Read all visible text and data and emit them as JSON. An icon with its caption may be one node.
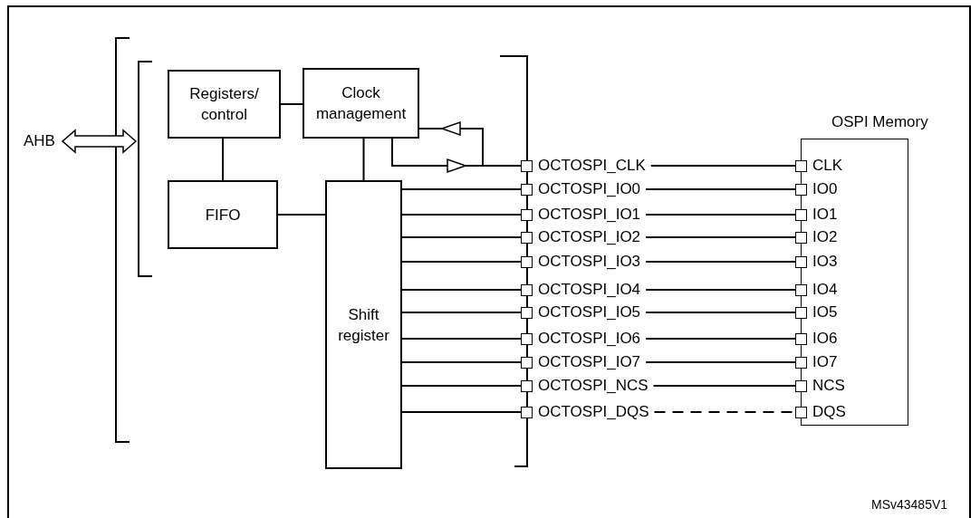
{
  "diagram": {
    "nodes": [
      {
        "text": [
          "AHB"
        ]
      },
      {
        "text": [
          "Registers/ control"
        ]
      },
      {
        "text": [
          "Clock management"
        ]
      },
      {
        "text": [
          "FIFO"
        ]
      },
      {
        "text": [
          "Shift register"
        ]
      },
      {
        "text": [
          "OCTOSPI_CLK"
        ]
      },
      {
        "text": [
          "OCTOSPI_IO0"
        ]
      },
      {
        "text": [
          "OCTOSPI_IO1"
        ]
      },
      {
        "text": [
          "OCTOSPI_IO2"
        ]
      },
      {
        "text": [
          "OCTOSPI_IO3"
        ]
      },
      {
        "text": [
          "OCTOSPI_IO4"
        ]
      },
      {
        "text": [
          "OCTOSPI_IO5"
        ]
      },
      {
        "text": [
          "OCTOSPI_IO6"
        ]
      },
      {
        "text": [
          "OCTOSPI_IO7"
        ]
      },
      {
        "text": [
          "OCTOSPI_NCS"
        ]
      },
      {
        "text": [
          "OCTOSPI_DQS"
        ]
      },
      {
        "text": [
          "OSPI Memory"
        ]
      },
      {
        "text": [
          "CLK"
        ],
        "in": 16
      },
      {
        "text": [
          "IO0"
        ],
        "in": 16
      },
      {
        "text": [
          "IO1"
        ],
        "in": 16
      },
      {
        "text": [
          "IO2"
        ],
        "in": 16
      },
      {
        "text": [
          "IO3"
        ],
        "in": 16
      },
      {
        "text": [
          "IO4"
        ],
        "in": 16
      },
      {
        "text": [
          "IO5"
        ],
        "in": 16
      },
      {
        "text": [
          "IO6"
        ],
        "in": 16
      },
      {
        "text": [
          "IO7"
        ],
        "in": 16
      },
      {
        "text": [
          "NCS"
        ],
        "in": 16
      },
      {
        "text": [
          "DQS"
        ],
        "in": 16
      }
    ],
    "edges": [
      {
        "from": 0,
        "to": null,
        "arrow": "both"
      },
      {
        "from": 1,
        "to": 2,
        "arrow": "none"
      },
      {
        "from": 1,
        "to": 3,
        "arrow": "none"
      },
      {
        "from": 2,
        "to": 4,
        "arrow": "none"
      },
      {
        "from": 3,
        "to": 4,
        "arrow": "none"
      },
      {
        "from": 2,
        "to": 5,
        "arrow": "to"
      },
      {
        "from": 5,
        "to": 2,
        "arrow": "to"
      },
      {
        "from": 4,
        "to": 6,
        "arrow": "none"
      },
      {
        "from": 4,
        "to": 7,
        "arrow": "none"
      },
      {
        "from": 4,
        "to": 8,
        "arrow": "none"
      },
      {
        "from": 4,
        "to": 9,
        "arrow": "none"
      },
      {
        "from": 4,
        "to": 10,
        "arrow": "none"
      },
      {
        "from": 4,
        "to": 11,
        "arrow": "none"
      },
      {
        "from": 4,
        "to": 12,
        "arrow": "none"
      },
      {
        "from": 4,
        "to": 13,
        "arrow": "none"
      },
      {
        "from": 4,
        "to": 14,
        "arrow": "none"
      },
      {
        "from": 4,
        "to": 15,
        "arrow": "none"
      },
      {
        "from": 5,
        "to": 17,
        "arrow": "none"
      },
      {
        "from": 6,
        "to": 18,
        "arrow": "none"
      },
      {
        "from": 7,
        "to": 19,
        "arrow": "none"
      },
      {
        "from": 8,
        "to": 20,
        "arrow": "none"
      },
      {
        "from": 9,
        "to": 21,
        "arrow": "none"
      },
      {
        "from": 10,
        "to": 22,
        "arrow": "none"
      },
      {
        "from": 11,
        "to": 23,
        "arrow": "none"
      },
      {
        "from": 12,
        "to": 24,
        "arrow": "none"
      },
      {
        "from": 13,
        "to": 25,
        "arrow": "none"
      },
      {
        "from": 14,
        "to": 26,
        "arrow": "none"
      },
      {
        "from": 15,
        "to": 27,
        "arrow": "none",
        "style": "dashed"
      }
    ],
    "labels": [
      "MSv43485V1"
    ]
  }
}
